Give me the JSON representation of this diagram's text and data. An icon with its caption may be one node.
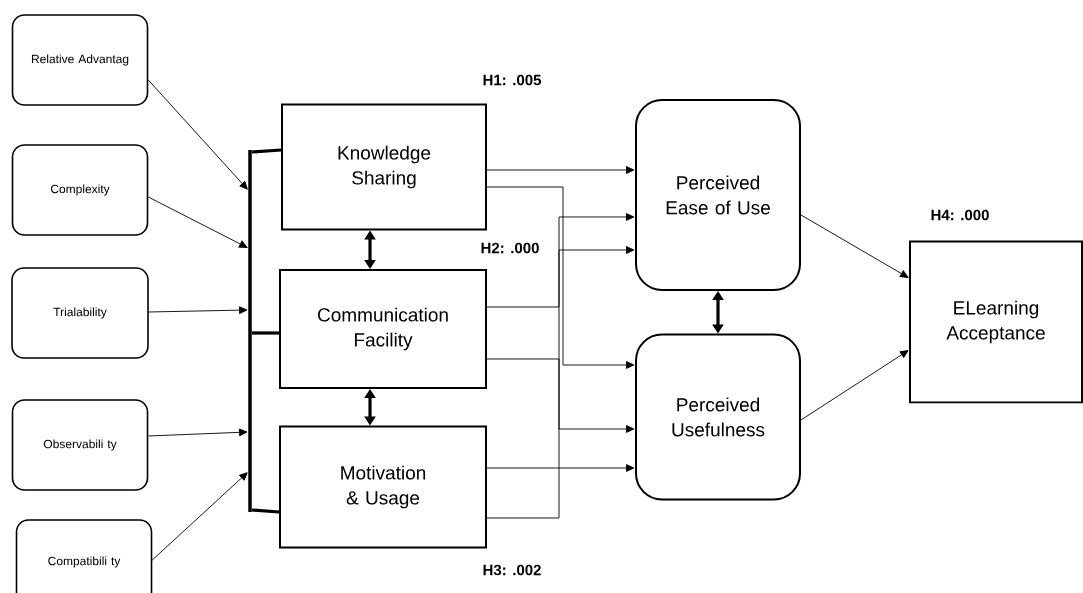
{
  "diagram": {
    "nodes": [
      {
        "text": [
          "Relative Advantag"
        ]
      },
      {
        "text": [
          "Complexity"
        ]
      },
      {
        "text": [
          "Trialability"
        ]
      },
      {
        "text": [
          "Observabili ty"
        ]
      },
      {
        "text": [
          "Compatibili ty"
        ]
      },
      {
        "text": [
          "Knowledge Sharing"
        ]
      },
      {
        "text": [
          "Communication Facility"
        ]
      },
      {
        "text": [
          "Motivation & Usage"
        ]
      },
      {
        "text": [
          "Perceived Ease of Use"
        ]
      },
      {
        "text": [
          "Perceived Usefulness"
        ]
      },
      {
        "text": [
          "ELearning Acceptance"
        ]
      },
      {
        "text": [],
        "shape": "bar"
      }
    ],
    "edges": [
      {
        "from": 0,
        "to": 11,
        "arrow": "to"
      },
      {
        "from": 1,
        "to": 11,
        "arrow": "to"
      },
      {
        "from": 2,
        "to": 11,
        "arrow": "to"
      },
      {
        "from": 3,
        "to": 11,
        "arrow": "to"
      },
      {
        "from": 4,
        "to": 11,
        "arrow": "to"
      },
      {
        "from": 11,
        "to": 5,
        "arrow": "none",
        "style": "thick"
      },
      {
        "from": 11,
        "to": 6,
        "arrow": "none",
        "style": "thick"
      },
      {
        "from": 11,
        "to": 7,
        "arrow": "none",
        "style": "thick"
      },
      {
        "from": 5,
        "to": 6,
        "arrow": "both",
        "style": "thick"
      },
      {
        "from": 6,
        "to": 7,
        "arrow": "both",
        "style": "thick"
      },
      {
        "from": 5,
        "to": 8,
        "arrow": "to"
      },
      {
        "from": 5,
        "to": 9,
        "arrow": "to"
      },
      {
        "from": 6,
        "to": 8,
        "arrow": "to"
      },
      {
        "from": 6,
        "to": 9,
        "arrow": "to"
      },
      {
        "from": 7,
        "to": 9,
        "arrow": "to"
      },
      {
        "from": 7,
        "to": 8,
        "arrow": "to"
      },
      {
        "from": 8,
        "to": 9,
        "arrow": "both",
        "style": "thick"
      },
      {
        "from": 8,
        "to": 10,
        "arrow": "to"
      },
      {
        "from": 9,
        "to": 10,
        "arrow": "to"
      }
    ],
    "labels": [
      "H1: .005",
      "H2: .000",
      "H4: .000",
      "H3: .002"
    ]
  }
}
